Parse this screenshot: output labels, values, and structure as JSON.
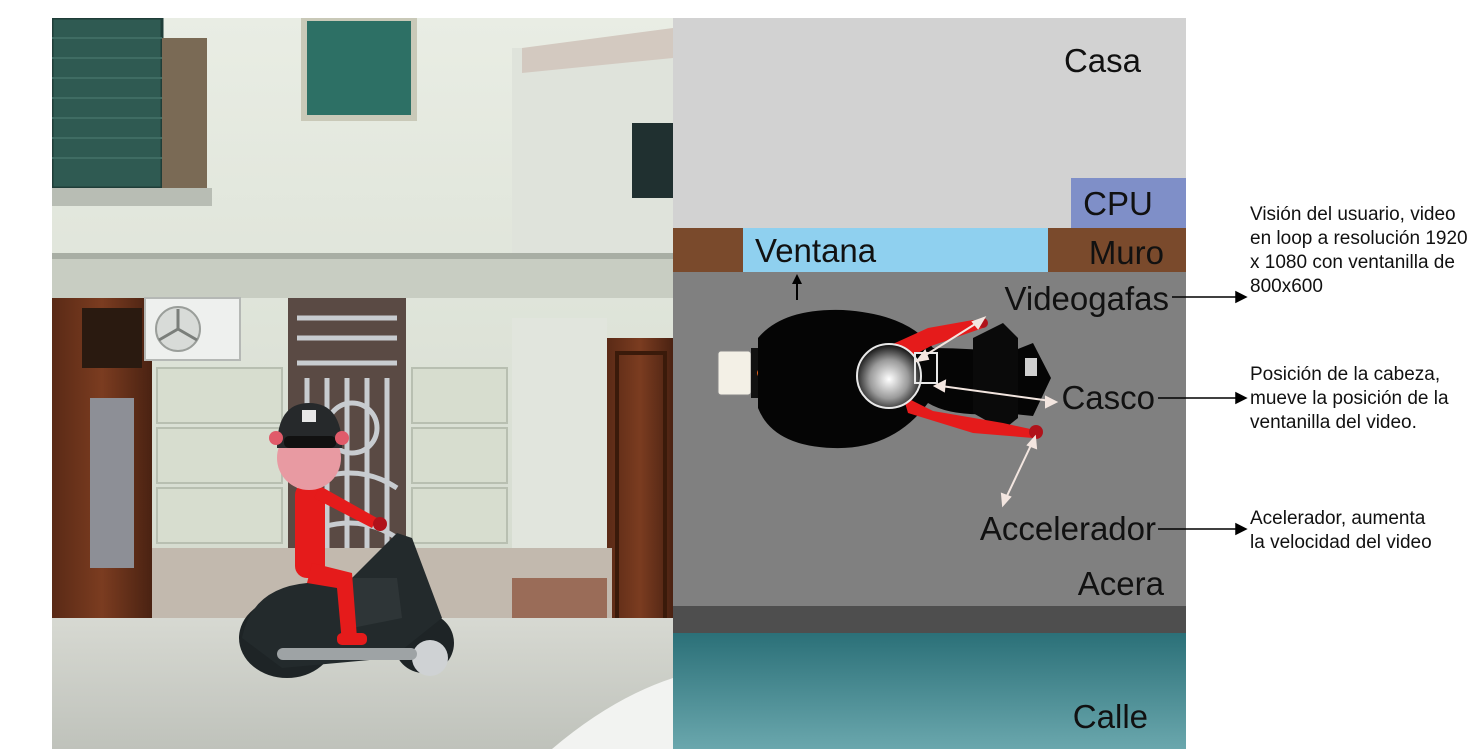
{
  "plan": {
    "casa": "Casa",
    "cpu": "CPU",
    "muro": "Muro",
    "ventana": "Ventana",
    "videogafas": "Videogafas",
    "casco": "Casco",
    "accelerador": "Accelerador",
    "acera": "Acera",
    "calle": "Calle"
  },
  "notes": {
    "videogafas": "Visión del usuario, video\nen loop a resolución 1920\nx 1080 con ventanilla de\n800x600",
    "casco": "Posición de la cabeza,\nmueve la posición de la\nventanilla del video.",
    "accelerador": "Acelerador, aumenta\nla velocidad del video"
  },
  "colors": {
    "casa": "#d2d2d2",
    "cpu": "#7f8fc8",
    "muro": "#7a4a2c",
    "ventana": "#8fd0ef",
    "acera": "#808080",
    "curb": "#4e4e4e",
    "calle": "#2f7f86",
    "rider": "#e51b1b"
  }
}
